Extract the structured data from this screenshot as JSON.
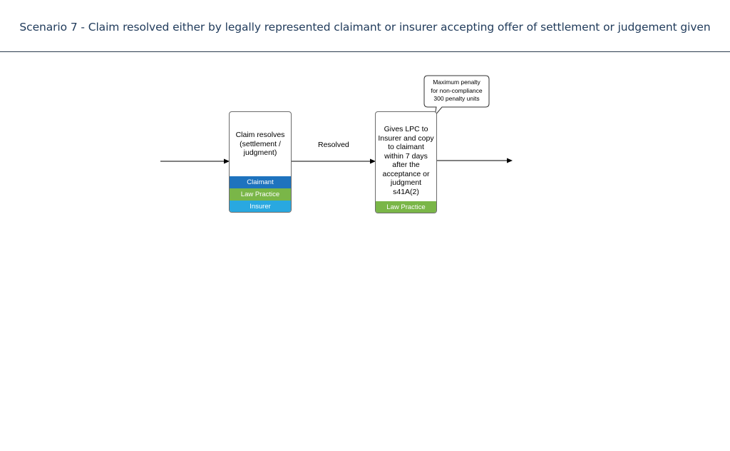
{
  "page": {
    "title": "Scenario 7 - Claim resolved either by legally represented claimant or insurer accepting offer of settlement or judgement given"
  },
  "colors": {
    "claimant": "#1e73be",
    "law_practice": "#7ab648",
    "insurer": "#29a8e0",
    "header_text": "#1f3a5a"
  },
  "nodes": {
    "claim_resolves": {
      "lines": [
        "Claim resolves",
        "(settlement /",
        "judgment)"
      ],
      "roles": [
        "Claimant",
        "Law Practice",
        "Insurer"
      ]
    },
    "gives_lpc": {
      "lines": [
        "Gives LPC to",
        "Insurer and copy",
        "to claimant",
        "within 7 days",
        "after the",
        "acceptance or",
        "judgment",
        "s41A(2)"
      ],
      "roles": [
        "Law Practice"
      ]
    }
  },
  "edges": {
    "resolved_label": "Resolved"
  },
  "callout": {
    "lines": [
      "Maximum penalty",
      "for non-compliance",
      "300 penalty units"
    ],
    "icon": "speech-bubble-icon"
  }
}
